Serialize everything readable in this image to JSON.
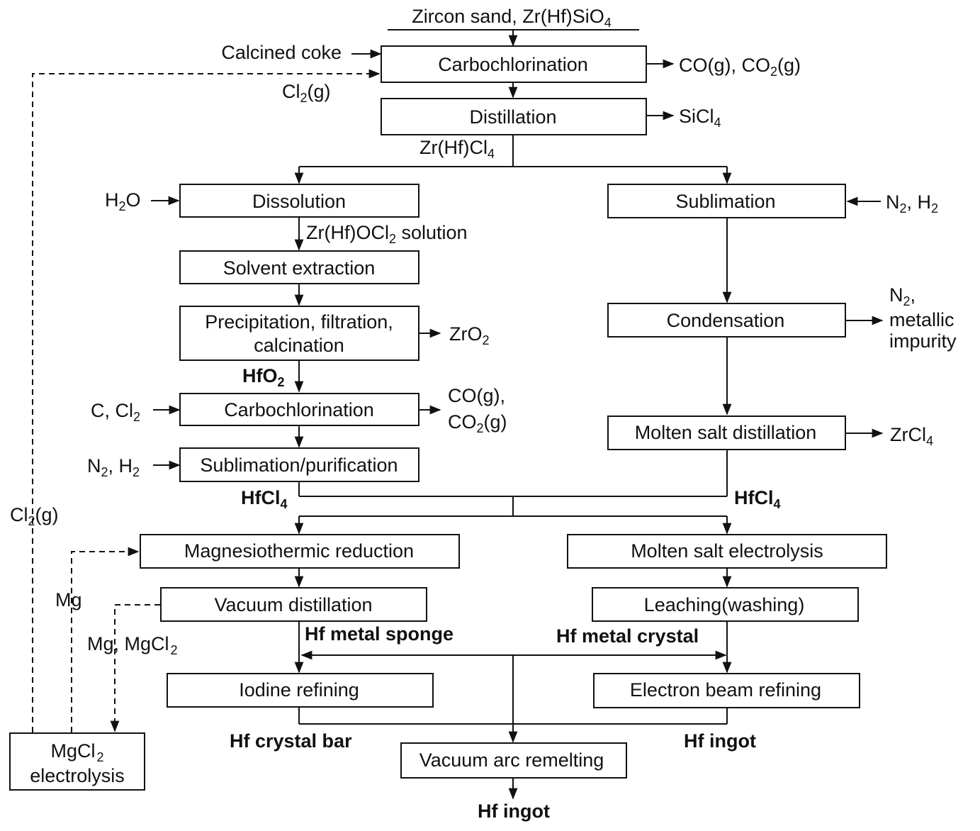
{
  "source": {
    "text": "Zircon sand, Zr(Hf)SiO",
    "sub": "4"
  },
  "boxes": {
    "carbochlorination_top": "Carbochlorination",
    "distillation": "Distillation",
    "dissolution": "Dissolution",
    "solvent_extraction": "Solvent extraction",
    "precipitation_line1": "Precipitation, filtration,",
    "precipitation_line2": "calcination",
    "carbochlorination_hf": "Carbochlorination",
    "sublimation_purification": "Sublimation/purification",
    "sublimation": "Sublimation",
    "condensation": "Condensation",
    "molten_salt_distillation": "Molten salt distillation",
    "magnesiothermic_reduction": "Magnesiothermic reduction",
    "vacuum_distillation": "Vacuum distillation",
    "molten_salt_electrolysis": "Molten salt electrolysis",
    "leaching": "Leaching(washing)",
    "iodine_refining": "Iodine refining",
    "electron_beam_refining": "Electron beam refining",
    "vacuum_arc_remelting": "Vacuum arc remelting",
    "mgcl2_electrolysis_line1": "MgCl",
    "mgcl2_electrolysis_sub": "2",
    "mgcl2_electrolysis_line2": "electrolysis"
  },
  "inputs": {
    "calcined_coke": "Calcined coke",
    "cl2_recycle": {
      "a": "Cl",
      "sub": "2",
      "b": "(g)"
    },
    "h2o": {
      "a": "H",
      "sub": "2",
      "b": "O"
    },
    "c_cl2": {
      "a": "C, Cl",
      "sub": "2"
    },
    "n2_h2_left": {
      "a": "N",
      "sub1": "2",
      "b": ", H",
      "sub2": "2"
    },
    "n2_h2_right": {
      "a": "N",
      "sub1": "2",
      "b": ", H",
      "sub2": "2"
    }
  },
  "outputs": {
    "co_co2_top": {
      "a": "CO(g), CO",
      "sub": "2",
      "b": "(g)"
    },
    "sicl4": {
      "a": "SiCl",
      "sub": "4"
    },
    "zro2": {
      "a": "ZrO",
      "sub": "2"
    },
    "co_line1": "CO(g),",
    "co2_line2": {
      "a": "CO",
      "sub": "2",
      "b": "(g)"
    },
    "n2_line1": {
      "a": "N",
      "sub": "2",
      "b": ","
    },
    "metallic_line2": "metallic",
    "impurity_line3": "impurity",
    "zrcl4": {
      "a": "ZrCl",
      "sub": "4"
    }
  },
  "streams": {
    "zrhfcl4": {
      "a": "Zr(Hf)Cl",
      "sub": "4"
    },
    "zrhfocl2": {
      "a": "Zr(Hf)OCl",
      "sub": "2",
      "b": " solution"
    },
    "hfo2": {
      "a": "HfO",
      "sub": "2"
    },
    "hfcl4_left": {
      "a": "HfCl",
      "sub": "4"
    },
    "hfcl4_right": {
      "a": "HfCl",
      "sub": "4"
    },
    "cl2_side": {
      "a": "Cl",
      "sub": "2",
      "b": "(g)"
    },
    "mg": "Mg",
    "mg_mgcl2": {
      "a": "Mg, MgCl",
      "sub": "2"
    },
    "hf_metal_sponge": "Hf metal sponge",
    "hf_metal_crystal": "Hf metal crystal",
    "hf_crystal_bar": "Hf crystal bar",
    "hf_ingot_mid": "Hf ingot",
    "hf_ingot_final": "Hf ingot"
  }
}
